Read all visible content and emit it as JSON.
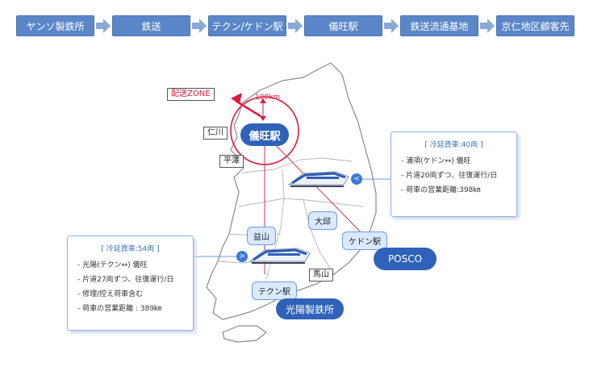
{
  "flow": {
    "steps": [
      "ヤンソ製鉄所",
      "鉄送",
      "テクン/ケドン駅",
      "儀旺駅",
      "鉄送流通基地",
      "京仁地区顧客先"
    ]
  },
  "map": {
    "delivery_zone": "配送ZONE",
    "radius": "100km",
    "cities": {
      "incheon": "仁川",
      "pyeongtaek": "平澤",
      "uiwang": "儀旺駅",
      "daegu": "大邱",
      "iksan": "益山",
      "gedon": "ケドン駅",
      "tekun": "テクン駅",
      "masan": "馬山",
      "posco": "POSCO",
      "gwangyang": "光陽製鉄所"
    }
  },
  "info_right": {
    "title": "[ 冷延貨車:40両 ]",
    "lines": [
      "- 浦項(ケドン↔) 儀旺",
      "- 片道20両ずつ、往復運行/日",
      "- 荷車の営業距離:398㎞"
    ]
  },
  "info_left": {
    "title": "[ 冷延貨車:54両 ]",
    "lines": [
      "- 光陽(テクン↔) 儀旺",
      "- 片道27両ずつ、往復運行/日",
      "- 修理/控え荷車含む",
      "- 荷車の営業距離 : 389㎞"
    ]
  },
  "colors": {
    "step_bg": "#5b87c8",
    "accent": "#e0183c",
    "pill": "#2f62b8"
  }
}
